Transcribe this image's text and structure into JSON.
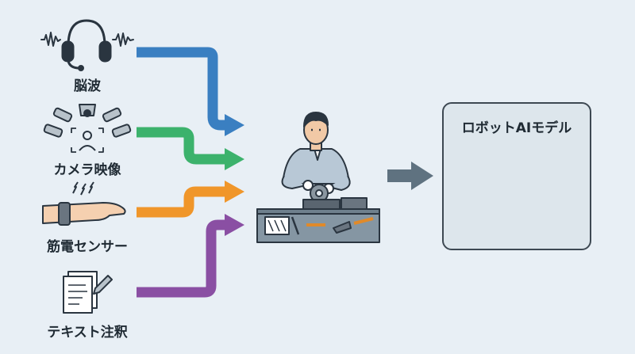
{
  "inputs": [
    {
      "label": "脳波",
      "icon": "headset-brainwave-icon",
      "arrow_color": "#3a7fc1"
    },
    {
      "label": "カメラ映像",
      "icon": "surveillance-cameras-icon",
      "arrow_color": "#3cb26c"
    },
    {
      "label": "筋電センサー",
      "icon": "arm-emg-sensor-icon",
      "arrow_color": "#f0962a"
    },
    {
      "label": "テキスト注釈",
      "icon": "document-pen-icon",
      "arrow_color": "#8a4fa3"
    }
  ],
  "center": {
    "icon": "worker-at-workbench-icon"
  },
  "output_arrow_color": "#5f7280",
  "model": {
    "title": "ロボットAIモデル",
    "icons": [
      "neural-network-icon",
      "robot-arm-icon"
    ]
  }
}
